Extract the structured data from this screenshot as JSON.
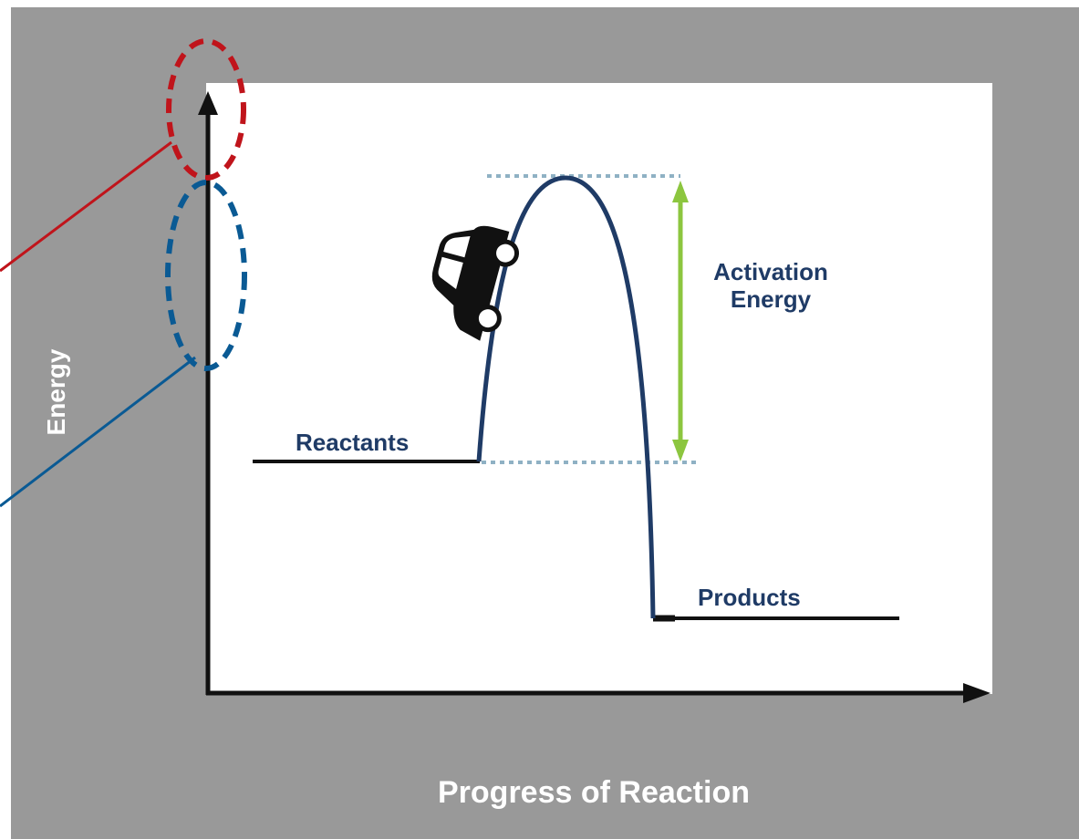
{
  "diagram": {
    "y_axis_label": "Energy",
    "x_axis_label": "Progress of Reaction",
    "reactants_label": "Reactants",
    "products_label": "Products",
    "activation_line1": "Activation",
    "activation_line2": "Energy"
  },
  "colors": {
    "background": "#999999",
    "plot_area": "#ffffff",
    "curve": "#1f3b66",
    "axis": "#111111",
    "activation_arrow": "#8cc63f",
    "dotted_guides": "#8fb1c4",
    "red_highlight": "#c0141b",
    "blue_highlight": "#0a5a94"
  },
  "icons": {
    "car": "car-icon"
  }
}
